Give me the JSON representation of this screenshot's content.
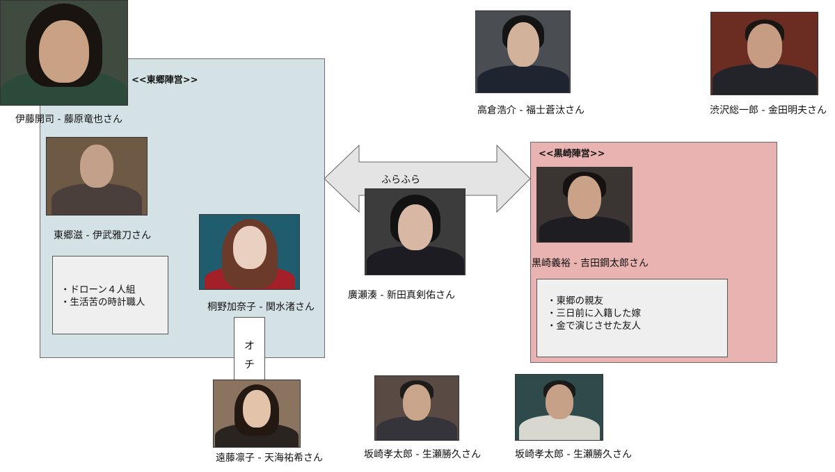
{
  "camps": {
    "togo": {
      "title": "<<東郷陣営>>",
      "color": "#d4e2e6"
    },
    "kurosaki": {
      "title": "<<黒崎陣営>>",
      "color": "#e8b3b0"
    }
  },
  "people": {
    "ito": {
      "label": "伊藤開司 - 藤原竜也さん"
    },
    "togo": {
      "label": "東郷滋 - 伊武雅刀さん"
    },
    "kirino": {
      "label": "桐野加奈子 - 関水渚さん"
    },
    "hirose": {
      "label": "廣瀬湊 - 新田真剣佑さん"
    },
    "kurosaki": {
      "label": "黒崎義裕 - 吉田鋼太郎さん"
    },
    "takakura": {
      "label": "高倉浩介 - 福士蒼汰さん"
    },
    "shibusawa": {
      "label": "渋沢総一郎 - 金田明夫さん"
    },
    "endo": {
      "label": "遠藤凛子 - 天海祐希さん"
    },
    "sakazaki1": {
      "label": "坂崎孝太郎 - 生瀬勝久さん"
    },
    "sakazaki2": {
      "label": "坂崎孝太郎 - 生瀬勝久さん"
    }
  },
  "notes": {
    "togo_items": [
      "ドローン４人組",
      "生活苦の時計職人"
    ],
    "kurosaki_items": [
      "東郷の親友",
      "三日前に入籍した嫁",
      "金で演じさせた友人"
    ]
  },
  "relations": {
    "arrow_label": "ふらふら",
    "oche_chars": [
      "オ",
      "チ"
    ]
  }
}
